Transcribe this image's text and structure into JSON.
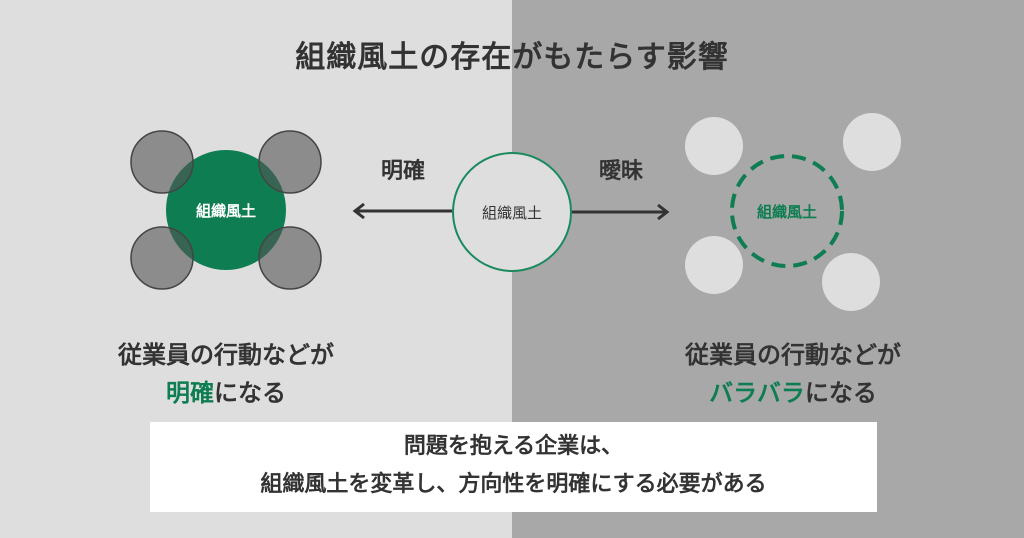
{
  "title": "組織風土の存在がもたらす影響",
  "colors": {
    "left_bg": "#dedede",
    "right_bg": "#a8a8a8",
    "accent_green": "#0e7d52",
    "text_dark": "#333333"
  },
  "center": {
    "label": "組織風土",
    "left_arrow_label": "明確",
    "right_arrow_label": "曖昧"
  },
  "left_panel": {
    "circle_label": "組織風土",
    "caption_line1": "従業員の行動などが",
    "caption_highlight": "明確",
    "caption_suffix": "になる"
  },
  "right_panel": {
    "circle_label": "組織風土",
    "caption_line1": "従業員の行動などが",
    "caption_highlight": "バラバラ",
    "caption_suffix": "になる"
  },
  "conclusion": {
    "line1": "問題を抱える企業は、",
    "line2": "組織風土を変革し、方向性を明確にする必要がある"
  }
}
